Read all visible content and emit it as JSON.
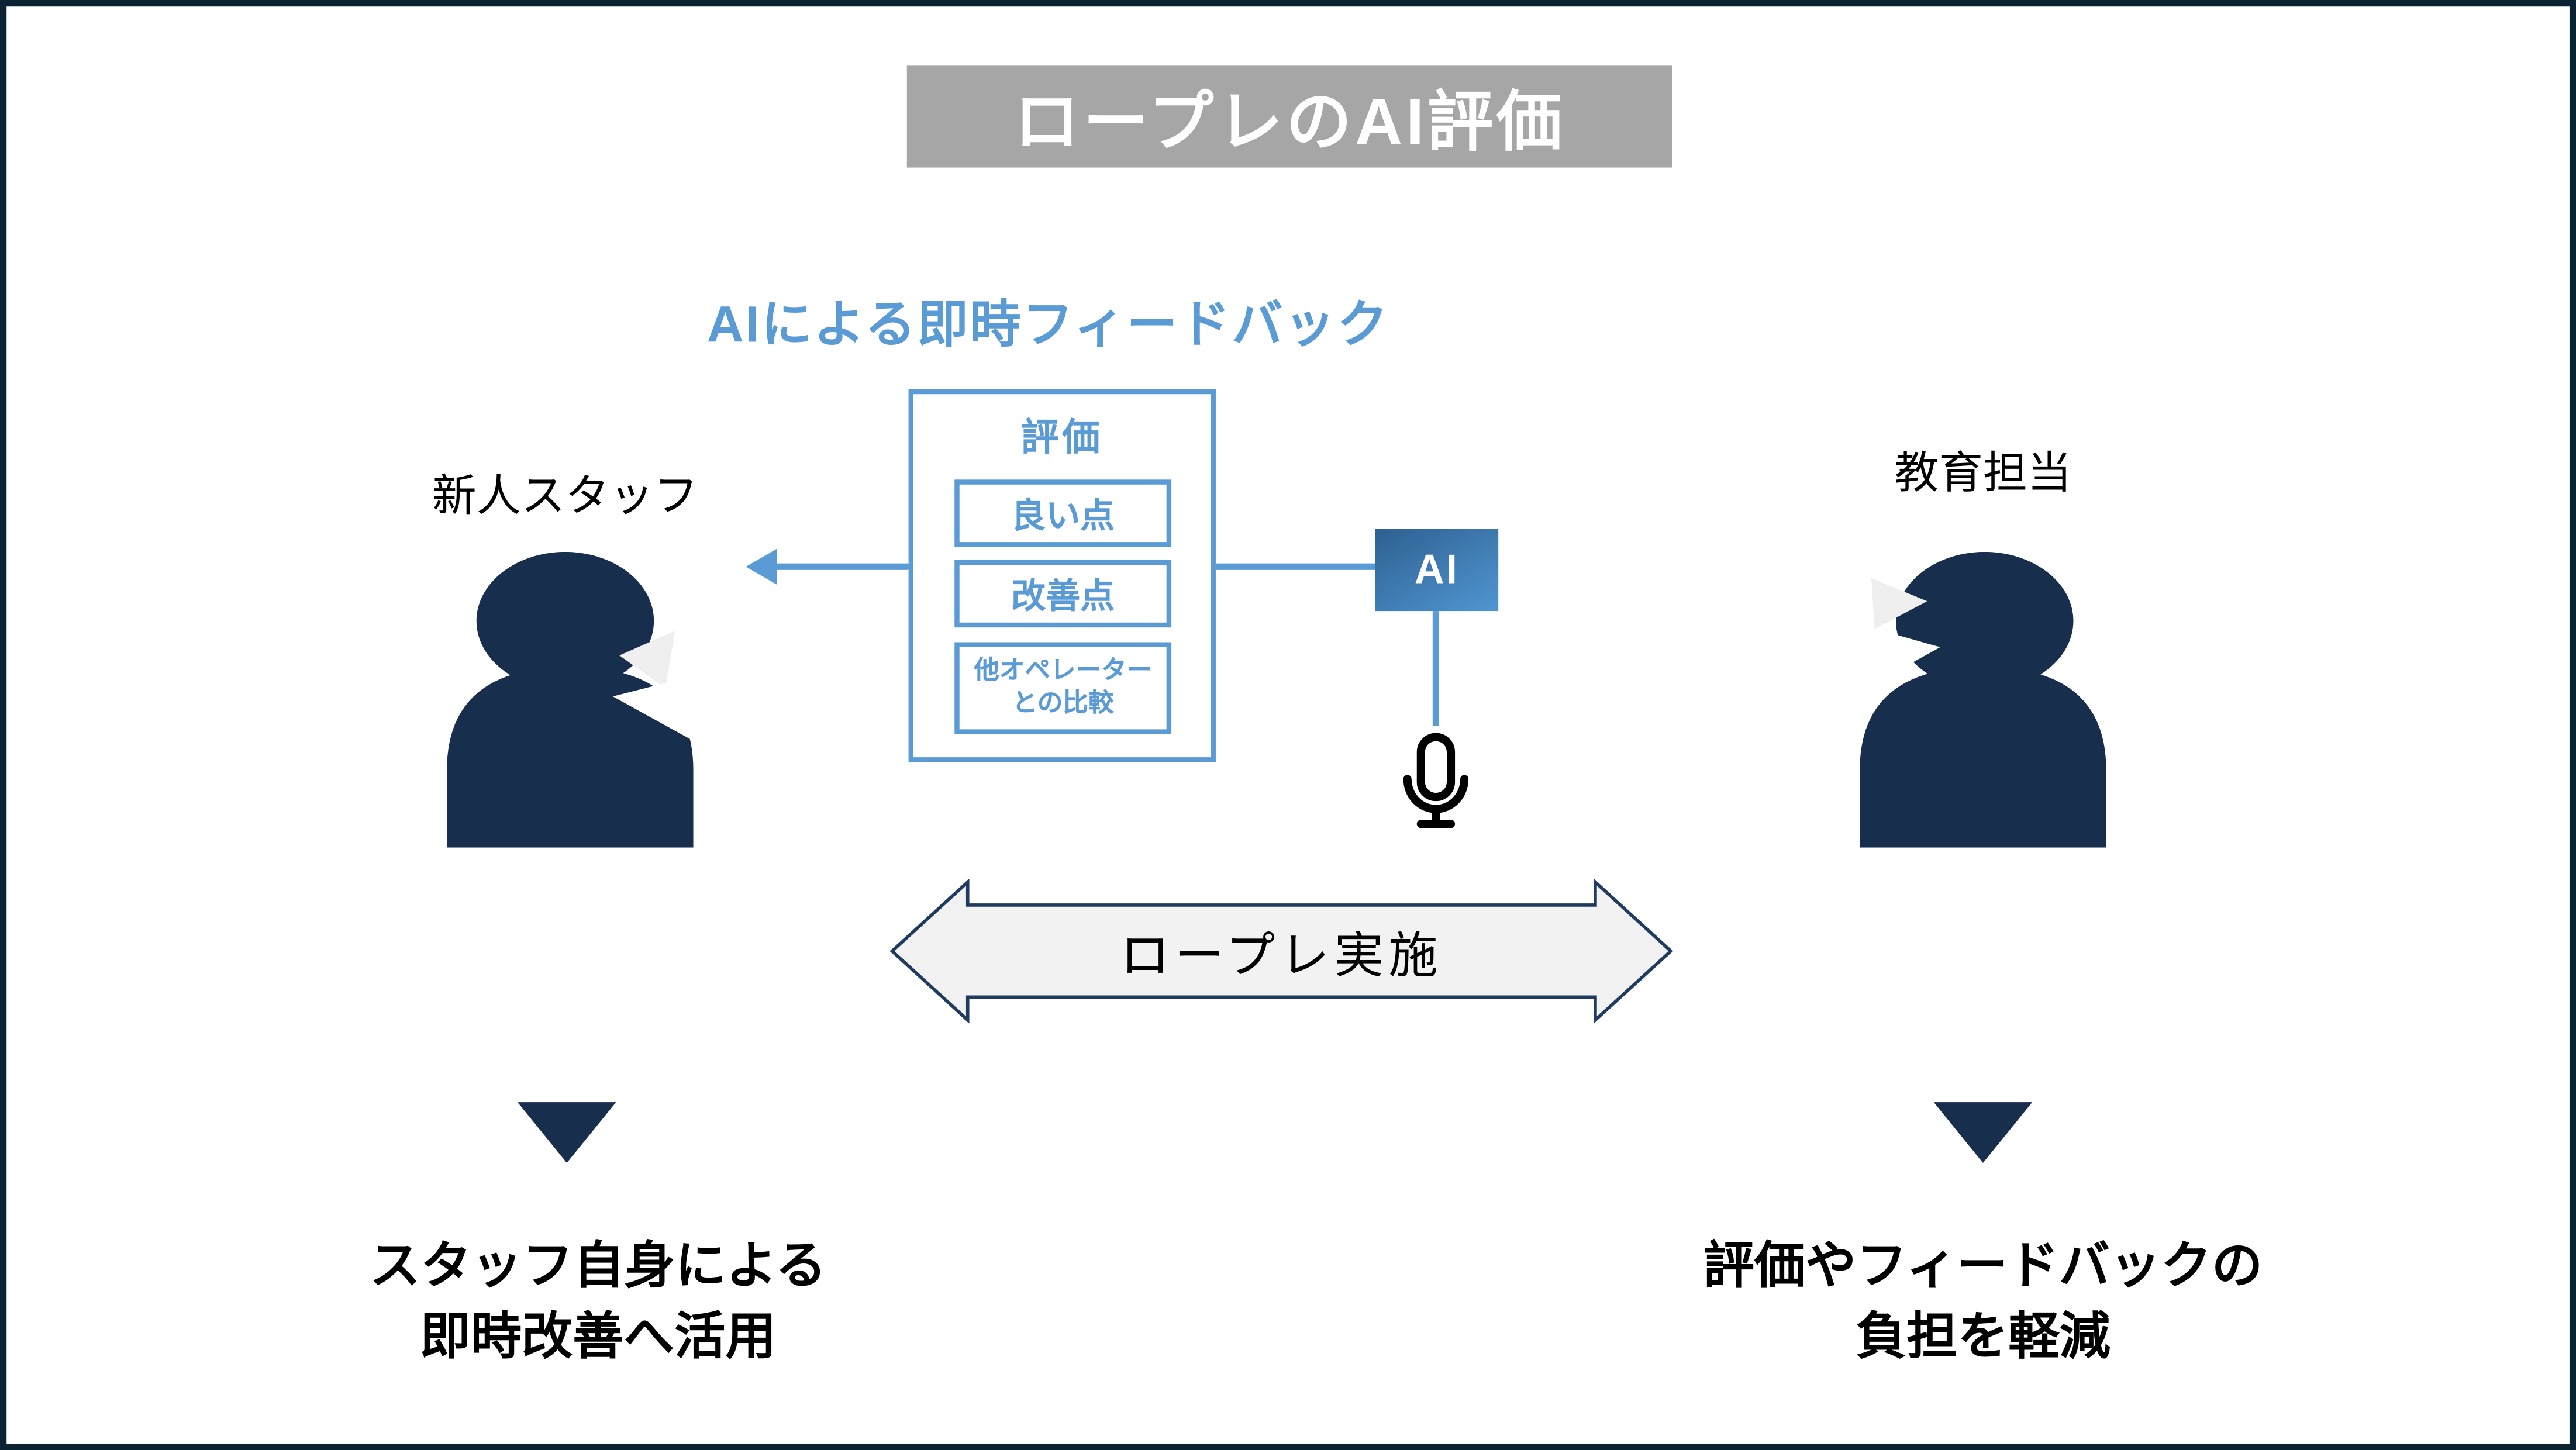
{
  "colors": {
    "accent_blue": "#5B9BD5",
    "banner_gray": "#A6A6A6",
    "navy": "#172E4D",
    "frame_navy": "#0A2231",
    "arrow_fill": "#F2F2F2",
    "arrow_stroke": "#1F3C5F",
    "wedge_gray": "#EFEFEF",
    "ai_grad_start": "#2E6091",
    "ai_grad_end": "#5096D1",
    "ink": "#000000"
  },
  "diagram": {
    "title": "ロープレのAI評価",
    "feedback_heading": "AIによる即時フィードバック",
    "evaluation": {
      "title": "評価",
      "items": [
        "良い点",
        "改善点",
        "他オペレーター\nとの比較"
      ]
    },
    "ai_label": "AI",
    "roleplay_label": "ロープレ実施",
    "left_person": {
      "label": "新人スタッフ",
      "outcome": "スタッフ自身による\n即時改善へ活用"
    },
    "right_person": {
      "label": "教育担当",
      "outcome": "評価やフィードバックの\n負担を軽減"
    }
  }
}
